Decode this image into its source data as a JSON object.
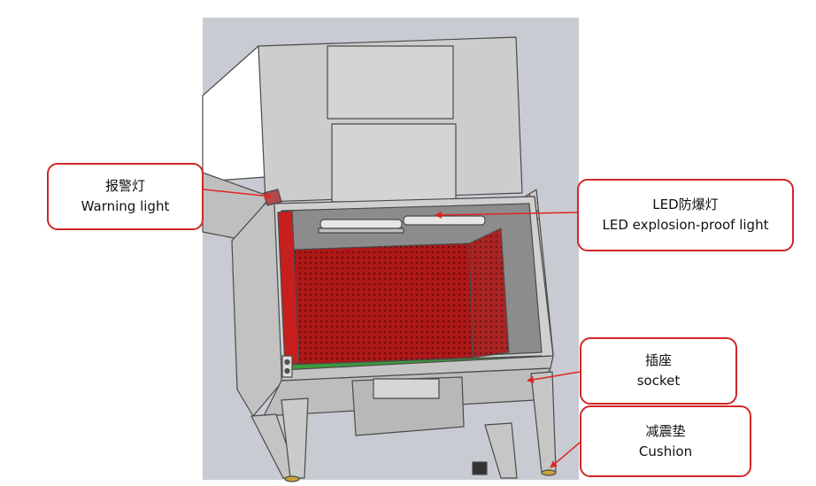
{
  "callouts": {
    "warning_light": {
      "zh": "报警灯",
      "en": "Warning light"
    },
    "led_light": {
      "zh": "LED防爆灯",
      "en": "LED explosion-proof light"
    },
    "socket": {
      "zh": "插座",
      "en": "socket"
    },
    "cushion": {
      "zh": "减震垫",
      "en": "Cushion"
    }
  },
  "colors": {
    "callout_border": "#d32626",
    "arrow": "#e02424",
    "background_panel": "#c9cbd3",
    "metal": "#cdcdcd",
    "metal_outline": "#4a4a4a",
    "mesh_red": "#b01818",
    "strip_green": "#3c9a3c"
  }
}
